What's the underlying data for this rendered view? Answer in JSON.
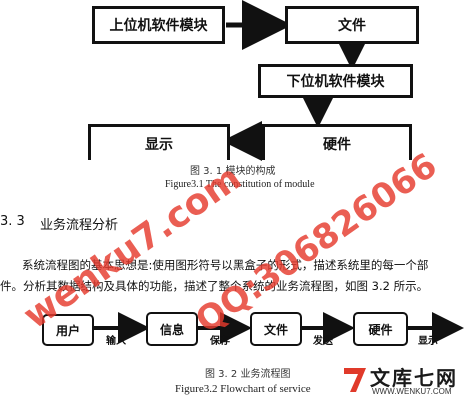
{
  "fig31": {
    "box_upper": "上位机软件模块",
    "box_file": "文件",
    "box_lower": "下位机软件模块",
    "box_display": "显示",
    "box_hardware": "硬件",
    "caption_cn": "图 3. 1  模块的构成",
    "caption_en": "Figure3.1 The constitution of module"
  },
  "section": {
    "number": "3. 3",
    "title": "业务流程分析"
  },
  "paragraph": {
    "line1": "系统流程图的基本思想是:使用图形符号以黑盒子的形式，描述系统里的每一个部",
    "line2": "件。分析其数据结构及具体的功能，描述了整个系统的业务流程图，如图 3.2 所示。"
  },
  "fig32": {
    "nodes": [
      "用户",
      "信息",
      "文件",
      "硬件"
    ],
    "edges": [
      "输入",
      "保存",
      "发送",
      "显示"
    ],
    "caption_cn": "图 3. 2  业务流程图",
    "caption_en": "Figure3.2 Flowchart of service"
  },
  "watermark": {
    "text1": "wenku7.com",
    "text2": "QQ:306826066",
    "logo_text": "文库七网",
    "logo_url": "WWW.WENKU7.COM"
  }
}
